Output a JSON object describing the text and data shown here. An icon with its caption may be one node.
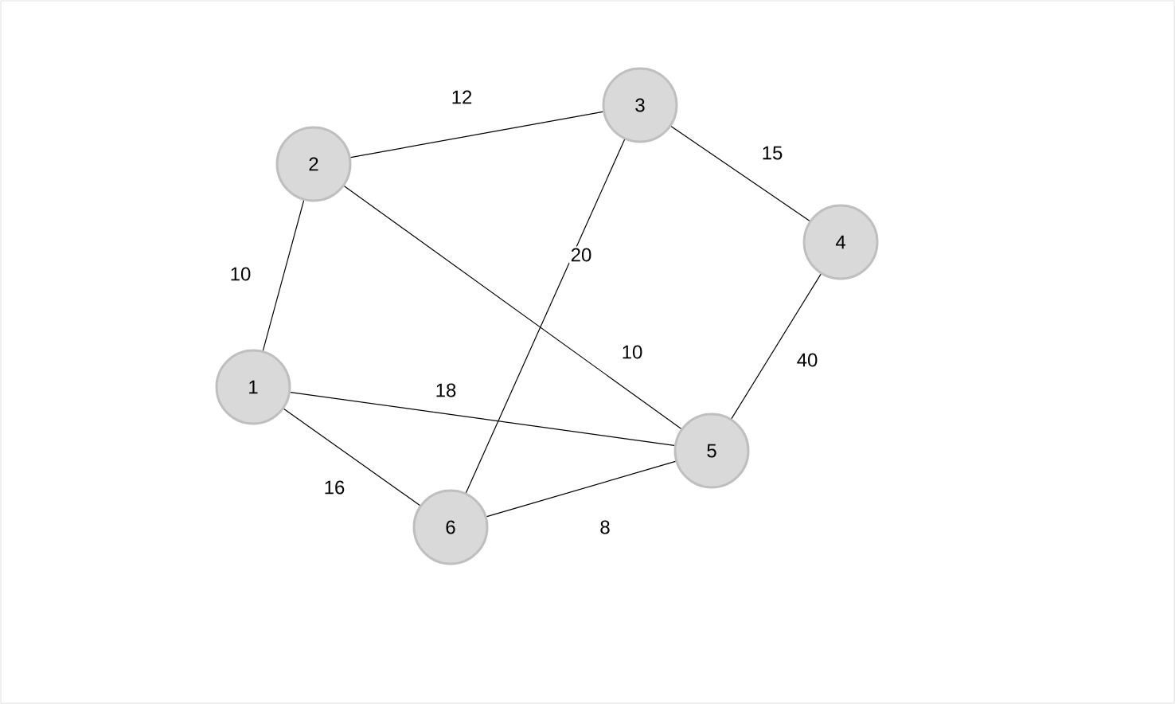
{
  "diagram": {
    "nodes": [
      {
        "text": [
          "1"
        ]
      },
      {
        "text": [
          "2"
        ]
      },
      {
        "text": [
          "3"
        ]
      },
      {
        "text": [
          "4"
        ]
      },
      {
        "text": [
          "5"
        ]
      },
      {
        "text": [
          "6"
        ]
      }
    ],
    "edges": [
      {
        "from": 1,
        "to": 2,
        "arrow": "none",
        "label": "12"
      },
      {
        "from": 2,
        "to": 3,
        "arrow": "none",
        "label": "15"
      },
      {
        "from": 1,
        "to": 0,
        "arrow": "none",
        "label": "10"
      },
      {
        "from": 2,
        "to": 5,
        "arrow": "none",
        "label": "20"
      },
      {
        "from": 1,
        "to": 4,
        "arrow": "none",
        "label": "10"
      },
      {
        "from": 3,
        "to": 4,
        "arrow": "none",
        "label": "40"
      },
      {
        "from": 0,
        "to": 4,
        "arrow": "none",
        "label": "18"
      },
      {
        "from": 0,
        "to": 5,
        "arrow": "none",
        "label": "16"
      },
      {
        "from": 5,
        "to": 4,
        "arrow": "none",
        "label": "8"
      }
    ]
  }
}
